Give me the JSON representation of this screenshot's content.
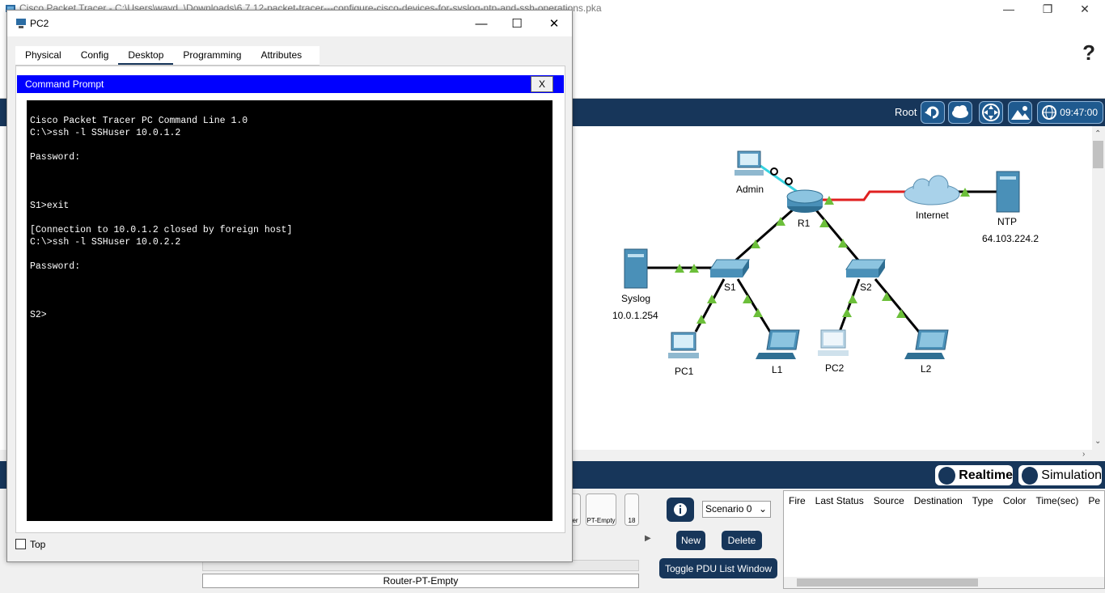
{
  "main_window": {
    "title": "Cisco Packet Tracer - C:\\Users\\wayd_\\Downloads\\6.7.12-packet-tracer---configure-cisco-devices-for-syslog-ntp-and-ssh-operations.pka",
    "help": "?"
  },
  "logical_bar": {
    "root_label": "Root",
    "clock": "09:47:00"
  },
  "topology": {
    "nodes": {
      "admin": "Admin",
      "r1": "R1",
      "internet": "Internet",
      "ntp": "NTP",
      "ntp_ip": "64.103.224.2",
      "syslog": "Syslog",
      "syslog_ip": "10.0.1.254",
      "s1": "S1",
      "s2": "S2",
      "pc1": "PC1",
      "l1": "L1",
      "pc2": "PC2",
      "l2": "L2"
    }
  },
  "mode_bar": {
    "realtime": "Realtime",
    "simulation": "Simulation"
  },
  "device_panel": {
    "thumbs": [
      "er",
      "PT-Empty",
      "18"
    ],
    "selected_device": "Router-PT-Empty"
  },
  "scenario": {
    "selected": "Scenario 0",
    "new_label": "New",
    "delete_label": "Delete",
    "toggle_label": "Toggle PDU List Window"
  },
  "pdu_table": {
    "columns": [
      "Fire",
      "Last Status",
      "Source",
      "Destination",
      "Type",
      "Color",
      "Time(sec)",
      "Pe"
    ]
  },
  "pc2_window": {
    "title": "PC2",
    "tabs": [
      "Physical",
      "Config",
      "Desktop",
      "Programming",
      "Attributes"
    ],
    "active_tab": "Desktop",
    "command_prompt": {
      "title": "Command Prompt",
      "close_label": "X",
      "output": "Cisco Packet Tracer PC Command Line 1.0\nC:\\>ssh -l SSHuser 10.0.1.2\n\nPassword:\n\n\n\nS1>exit\n\n[Connection to 10.0.1.2 closed by foreign host]\nC:\\>ssh -l SSHuser 10.0.2.2\n\nPassword:\n\n\n\nS2>"
    },
    "top_label": "Top"
  },
  "colors": {
    "accent_dark": "#17365a",
    "cmd_header": "#0000ff",
    "terminal_bg": "#000000",
    "link_green": "#6cbf3a",
    "serial_red": "#e02020",
    "console_cyan": "#36d3e0"
  }
}
